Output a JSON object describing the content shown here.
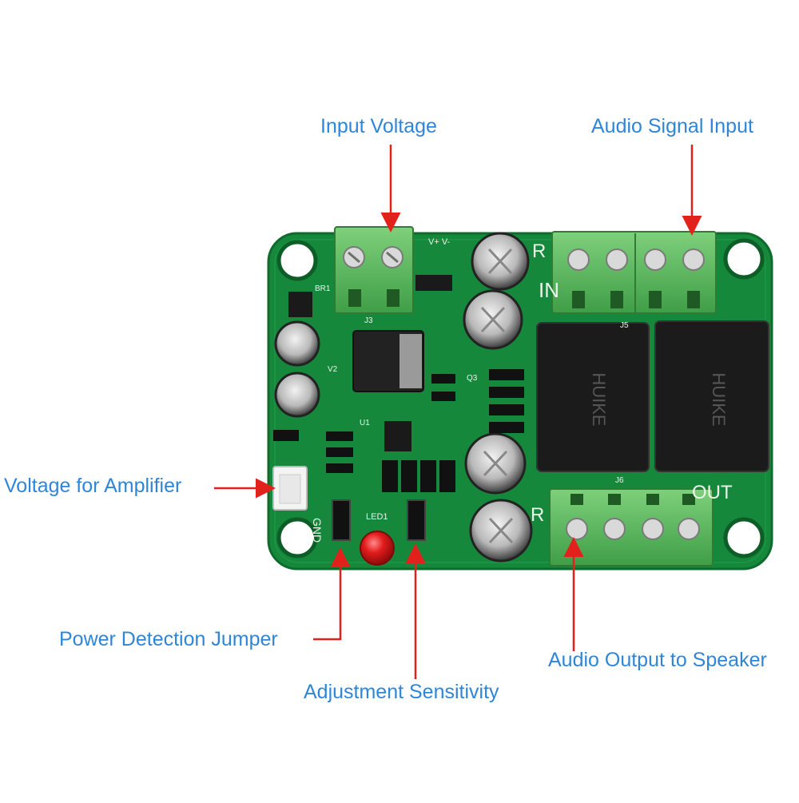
{
  "colors": {
    "label_text": "#2f86d8",
    "arrow": "#e3211c",
    "pcb": "#16883c",
    "pcb_edge": "#0e6b2c",
    "terminal_green": "#6cc46a",
    "relay_black": "#1b1b1b",
    "led_red": "#e21b1b"
  },
  "callouts": {
    "input_voltage": "Input Voltage",
    "audio_signal_input": "Audio Signal Input",
    "voltage_for_amplifier": "Voltage for Amplifier",
    "power_detection_jumper": "Power Detection Jumper",
    "adjustment_sensitivity": "Adjustment Sensitivity",
    "audio_output_to_speaker": "Audio Output to Speaker"
  },
  "board_silkscreen": {
    "in": "IN",
    "out": "OUT",
    "r": "R",
    "gnd": "GND",
    "led": "LED1",
    "j3": "J3",
    "j5": "J5",
    "j6": "J6",
    "u1": "U1",
    "u2": "V2",
    "q3": "Q3",
    "br1": "BR1",
    "vplus": "V+ V-",
    "relay_text": "HUIKE"
  }
}
